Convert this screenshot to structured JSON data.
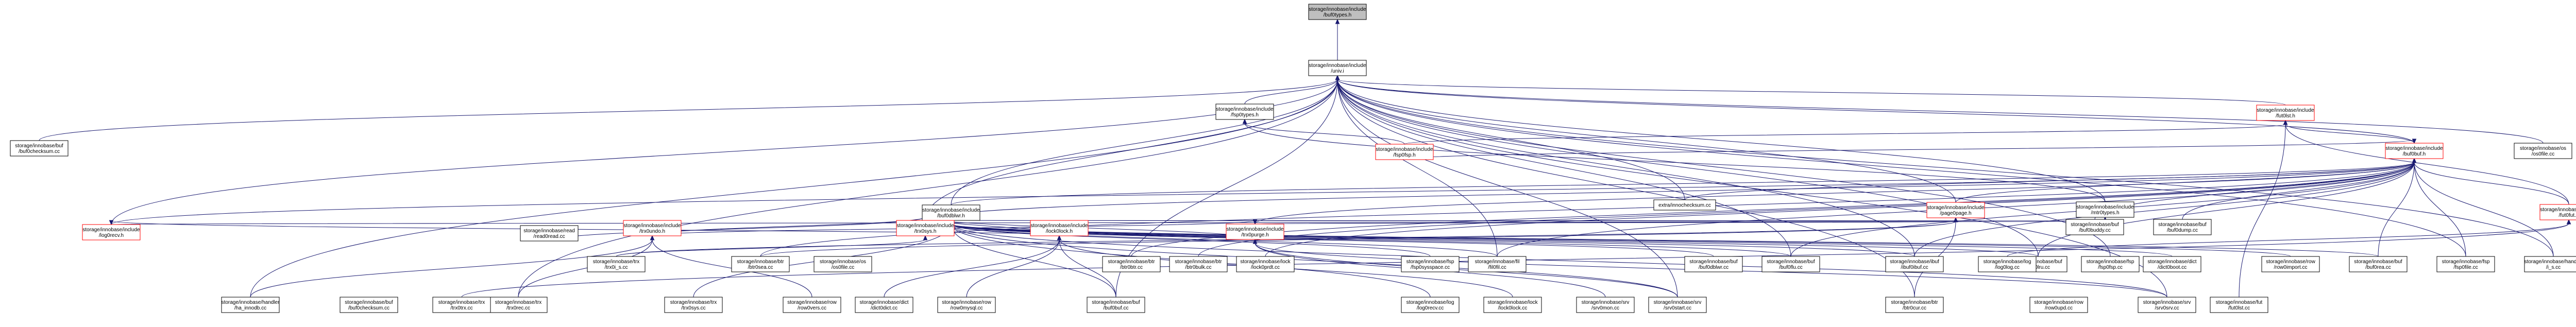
{
  "graph": {
    "nodes": [
      {
        "id": "root",
        "cls": "root",
        "lines": [
          "storage/innobase/include",
          "/buf0types.h"
        ]
      },
      {
        "id": "univ",
        "cls": "normal",
        "lines": [
          "storage/innobase/include",
          "/univ.i"
        ]
      },
      {
        "id": "buf0checksum_cc",
        "cls": "normal",
        "lines": [
          "storage/innobase/buf",
          "/buf0checksum.cc"
        ]
      },
      {
        "id": "fsp0types",
        "cls": "normal",
        "lines": [
          "storage/innobase/include",
          "/fsp0types.h"
        ]
      },
      {
        "id": "fut0lst",
        "cls": "red",
        "lines": [
          "storage/innobase/include",
          "/fut0lst.h"
        ]
      },
      {
        "id": "fsp0fsp",
        "cls": "red",
        "lines": [
          "storage/innobase/include",
          "/fsp0fsp.h"
        ]
      },
      {
        "id": "buf0buf_h",
        "cls": "red",
        "lines": [
          "storage/innobase/include",
          "/buf0buf.h"
        ]
      },
      {
        "id": "os0file",
        "cls": "normal",
        "lines": [
          "storage/innobase/os",
          "/os0file.cc"
        ]
      },
      {
        "id": "mtr0types",
        "cls": "normal",
        "lines": [
          "storage/innobase/include",
          "/mtr0types.h"
        ]
      },
      {
        "id": "page0page",
        "cls": "red",
        "lines": [
          "storage/innobase/include",
          "/page0page.h"
        ]
      },
      {
        "id": "extra_innochecksum",
        "cls": "normal",
        "lines": [
          "extra/innochecksum.cc"
        ]
      },
      {
        "id": "buf0dblwr_h",
        "cls": "normal",
        "lines": [
          "storage/innobase/include",
          "/buf0dblwr.h"
        ]
      },
      {
        "id": "fut0fut",
        "cls": "red",
        "lines": [
          "storage/innobase/include",
          "/fut0fut.h"
        ]
      },
      {
        "id": "buf0buddy",
        "cls": "normal",
        "lines": [
          "storage/innobase/buf",
          "/buf0buddy.cc"
        ]
      },
      {
        "id": "buf0dump",
        "cls": "normal",
        "lines": [
          "storage/innobase/buf",
          "/buf0dump.cc"
        ]
      },
      {
        "id": "log0recv",
        "cls": "red",
        "lines": [
          "storage/innobase/include",
          "/log0recv.h"
        ]
      },
      {
        "id": "read0read",
        "cls": "normal",
        "lines": [
          "storage/innobase/read",
          "/read0read.cc"
        ]
      },
      {
        "id": "trx0undo",
        "cls": "red",
        "lines": [
          "storage/innobase/include",
          "/trx0undo.h"
        ]
      },
      {
        "id": "trx0sys",
        "cls": "red",
        "lines": [
          "storage/innobase/include",
          "/trx0sys.h"
        ]
      },
      {
        "id": "trx0purge",
        "cls": "red",
        "lines": [
          "storage/innobase/include",
          "/trx0purge.h"
        ]
      },
      {
        "id": "lock0lock_h",
        "cls": "red",
        "lines": [
          "storage/innobase/include",
          "/lock0lock.h"
        ]
      },
      {
        "id": "fsp0sysspace",
        "cls": "normal",
        "lines": [
          "storage/innobase/fsp",
          "/fsp0sysspace.cc"
        ]
      },
      {
        "id": "fil0fil",
        "cls": "normal",
        "lines": [
          "storage/innobase/fil",
          "/fil0fil.cc"
        ]
      },
      {
        "id": "buf0dblwr",
        "cls": "normal",
        "lines": [
          "storage/innobase/buf",
          "/buf0dblwr.cc"
        ]
      },
      {
        "id": "buf0flu",
        "cls": "normal",
        "lines": [
          "storage/innobase/buf",
          "/buf0flu.cc"
        ]
      },
      {
        "id": "ibuf0ibuf",
        "cls": "normal",
        "lines": [
          "storage/innobase/ibuf",
          "/ibuf0ibuf.cc"
        ]
      },
      {
        "id": "buf0lru",
        "cls": "normal",
        "lines": [
          "storage/innobase/buf",
          "/buf0lru.cc"
        ]
      },
      {
        "id": "fsp0fsp_cc",
        "cls": "normal",
        "lines": [
          "storage/innobase/fsp",
          "/fsp0fsp.cc"
        ]
      },
      {
        "id": "dict0boot",
        "cls": "normal",
        "lines": [
          "storage/innobase/dict",
          "/dict0boot.cc"
        ]
      },
      {
        "id": "row0import",
        "cls": "normal",
        "lines": [
          "storage/innobase/row",
          "/row0import.cc"
        ]
      },
      {
        "id": "buf0rea",
        "cls": "normal",
        "lines": [
          "storage/innobase/buf",
          "/buf0rea.cc"
        ]
      },
      {
        "id": "ha_innodb",
        "cls": "normal",
        "lines": [
          "storage/innobase/handler",
          "/ha_innodb.cc"
        ]
      },
      {
        "id": "trx0rec",
        "cls": "normal",
        "lines": [
          "storage/innobase/trx",
          "/trx0rec.cc"
        ]
      },
      {
        "id": "row0vers",
        "cls": "normal",
        "lines": [
          "storage/innobase/row",
          "/row0vers.cc"
        ]
      },
      {
        "id": "dict0dict",
        "cls": "normal",
        "lines": [
          "storage/innobase/dict",
          "/dict0dict.cc"
        ]
      },
      {
        "id": "row0mysql",
        "cls": "normal",
        "lines": [
          "storage/innobase/row",
          "/row0mysql.cc"
        ]
      },
      {
        "id": "buf0buf_cc",
        "cls": "normal",
        "lines": [
          "storage/innobase/buf",
          "/buf0buf.cc"
        ]
      },
      {
        "id": "log0recv_cc",
        "cls": "normal",
        "lines": [
          "storage/innobase/log",
          "/log0recv.cc"
        ]
      },
      {
        "id": "lock0lock_cc",
        "cls": "normal",
        "lines": [
          "storage/innobase/lock",
          "/lock0lock.cc"
        ]
      },
      {
        "id": "srv0mon",
        "cls": "normal",
        "lines": [
          "storage/innobase/srv",
          "/srv0mon.cc"
        ]
      },
      {
        "id": "srv0start",
        "cls": "normal",
        "lines": [
          "storage/innobase/srv",
          "/srv0start.cc"
        ]
      },
      {
        "id": "btr0cur",
        "cls": "normal",
        "lines": [
          "storage/innobase/btr",
          "/btr0cur.cc"
        ]
      },
      {
        "id": "row0upd",
        "cls": "normal",
        "lines": [
          "storage/innobase/row",
          "/row0upd.cc"
        ]
      },
      {
        "id": "srv0srv",
        "cls": "normal",
        "lines": [
          "storage/innobase/srv",
          "/srv0srv.cc"
        ]
      },
      {
        "id": "log0log",
        "cls": "normal",
        "lines": [
          "storage/innobase/log",
          "/log0log.cc"
        ]
      },
      {
        "id": "trx0sys_cc",
        "cls": "normal",
        "lines": [
          "storage/innobase/trx",
          "/trx0sys.cc"
        ]
      },
      {
        "id": "trx0trx",
        "cls": "normal",
        "lines": [
          "storage/innobase/trx",
          "/trx0trx.cc"
        ]
      },
      {
        "id": "trx0i_s",
        "cls": "normal",
        "lines": [
          "storage/innobase/trx",
          "/trx0i_s.cc"
        ]
      },
      {
        "id": "btr0sea",
        "cls": "normal",
        "lines": [
          "storage/innobase/btr",
          "/btr0sea.cc"
        ]
      },
      {
        "id": "btr0btr",
        "cls": "normal",
        "lines": [
          "storage/innobase/btr",
          "/btr0btr.cc"
        ]
      },
      {
        "id": "btr0bulk",
        "cls": "normal",
        "lines": [
          "storage/innobase/btr",
          "/btr0bulk.cc"
        ]
      },
      {
        "id": "fut0lst_cc",
        "cls": "normal",
        "lines": [
          "storage/innobase/fut",
          "/fut0lst.cc"
        ]
      },
      {
        "id": "os0file_h",
        "cls": "normal",
        "lines": [
          "storage/innobase/os",
          "/os0file.cc"
        ]
      },
      {
        "id": "lock0prdt",
        "cls": "normal",
        "lines": [
          "storage/innobase/lock",
          "/lock0prdt.cc"
        ]
      },
      {
        "id": "handler_i_s",
        "cls": "normal",
        "lines": [
          "storage/innobase/handler",
          "/i_s.cc"
        ]
      },
      {
        "id": "fsp0file",
        "cls": "normal",
        "lines": [
          "storage/innobase/fsp",
          "/fsp0file.cc"
        ]
      },
      {
        "id": "buf0checksum",
        "cls": "normal",
        "lines": [
          "storage/innobase/buf",
          "/buf0checksum.cc"
        ]
      }
    ],
    "edges": [
      [
        "univ",
        "root"
      ],
      [
        "buf0checksum_cc",
        "univ"
      ],
      [
        "fsp0types",
        "univ"
      ],
      [
        "fut0lst",
        "univ"
      ],
      [
        "buf0buf_h",
        "univ"
      ],
      [
        "os0file",
        "univ"
      ],
      [
        "mtr0types",
        "univ"
      ],
      [
        "page0page",
        "univ"
      ],
      [
        "extra_innochecksum",
        "univ"
      ],
      [
        "buf0dblwr_h",
        "univ"
      ],
      [
        "log0recv",
        "univ"
      ],
      [
        "trx0sys",
        "univ"
      ],
      [
        "fil0fil",
        "univ"
      ],
      [
        "buf0flu",
        "univ"
      ],
      [
        "ibuf0ibuf",
        "univ"
      ],
      [
        "fsp0fsp_cc",
        "univ"
      ],
      [
        "ha_innodb",
        "univ"
      ],
      [
        "trx0rec",
        "univ"
      ],
      [
        "srv0start",
        "univ"
      ],
      [
        "buf0buf_cc",
        "univ"
      ],
      [
        "buf0lru",
        "univ"
      ],
      [
        "btr0cur",
        "univ"
      ],
      [
        "handler_i_s",
        "univ"
      ],
      [
        "fsp0file",
        "univ"
      ],
      [
        "srv0srv",
        "univ"
      ],
      [
        "fsp0fsp",
        "fsp0types"
      ],
      [
        "mtr0types",
        "fsp0types"
      ],
      [
        "fsp0fsp",
        "fut0lst"
      ],
      [
        "buf0buf_h",
        "fut0lst"
      ],
      [
        "fut0fut",
        "fut0lst"
      ],
      [
        "fut0lst_cc",
        "fut0lst"
      ],
      [
        "page0page",
        "buf0buf_h"
      ],
      [
        "buf0dblwr_h",
        "buf0buf_h"
      ],
      [
        "buf0buddy",
        "buf0buf_h"
      ],
      [
        "buf0dump",
        "buf0buf_h"
      ],
      [
        "extra_innochecksum",
        "buf0buf_h"
      ],
      [
        "fsp0fsp",
        "buf0buf_h"
      ],
      [
        "trx0sys",
        "buf0buf_h"
      ],
      [
        "buf0lru",
        "buf0buf_h"
      ],
      [
        "buf0flu",
        "buf0buf_h"
      ],
      [
        "buf0rea",
        "buf0buf_h"
      ],
      [
        "btr0sea",
        "buf0buf_h"
      ],
      [
        "btr0btr",
        "buf0buf_h"
      ],
      [
        "btr0bulk",
        "buf0buf_h"
      ],
      [
        "fil0fil",
        "buf0buf_h"
      ],
      [
        "ibuf0ibuf",
        "buf0buf_h"
      ],
      [
        "log0recv",
        "buf0buf_h"
      ],
      [
        "trx0purge",
        "buf0buf_h"
      ],
      [
        "fut0fut",
        "buf0buf_h"
      ],
      [
        "lock0prdt",
        "buf0buf_h"
      ],
      [
        "handler_i_s",
        "buf0buf_h"
      ],
      [
        "fsp0file",
        "buf0buf_h"
      ],
      [
        "log0recv",
        "mtr0types"
      ],
      [
        "trx0sys",
        "mtr0types"
      ],
      [
        "read0read",
        "trx0sys"
      ],
      [
        "trx0undo",
        "trx0sys"
      ],
      [
        "trx0purge",
        "trx0sys"
      ],
      [
        "lock0lock_h",
        "trx0sys"
      ],
      [
        "trx0i_s",
        "trx0sys"
      ],
      [
        "trx0purge",
        "page0page"
      ],
      [
        "btr0sea",
        "page0page"
      ],
      [
        "btr0cur",
        "page0page"
      ],
      [
        "lock0lock_h",
        "page0page"
      ],
      [
        "trx0i_s",
        "page0page"
      ],
      [
        "buf0dblwr",
        "buf0dblwr_h"
      ],
      [
        "fsp0sysspace",
        "buf0dblwr_h"
      ],
      [
        "fil0fil",
        "buf0dblwr_h"
      ],
      [
        "buf0flu",
        "buf0dblwr_h"
      ],
      [
        "buf0lru",
        "buf0dblwr_h"
      ],
      [
        "ibuf0ibuf",
        "buf0dblwr_h"
      ],
      [
        "buf0buf_cc",
        "buf0dblwr_h"
      ],
      [
        "dict0boot",
        "buf0dblwr_h"
      ],
      [
        "row0import",
        "buf0dblwr_h"
      ],
      [
        "buf0rea",
        "buf0dblwr_h"
      ],
      [
        "srv0srv",
        "buf0dblwr_h"
      ],
      [
        "srv0start",
        "buf0dblwr_h"
      ],
      [
        "log0recv_cc",
        "buf0dblwr_h"
      ],
      [
        "trx0sys_cc",
        "buf0dblwr_h"
      ],
      [
        "trx0purge",
        "log0recv"
      ],
      [
        "trx0undo",
        "trx0purge"
      ],
      [
        "srv0mon",
        "trx0purge"
      ],
      [
        "srv0start",
        "trx0purge"
      ],
      [
        "srv0srv",
        "trx0purge"
      ],
      [
        "ha_innodb",
        "trx0undo"
      ],
      [
        "trx0rec",
        "trx0undo"
      ],
      [
        "row0vers",
        "trx0undo"
      ],
      [
        "dict0dict",
        "lock0lock_h"
      ],
      [
        "row0mysql",
        "lock0lock_h"
      ],
      [
        "buf0buf_cc",
        "lock0lock_h"
      ],
      [
        "lock0lock_cc",
        "lock0lock_h"
      ],
      [
        "log0log",
        "fut0fut"
      ],
      [
        "trx0trx",
        "fut0fut"
      ]
    ]
  }
}
